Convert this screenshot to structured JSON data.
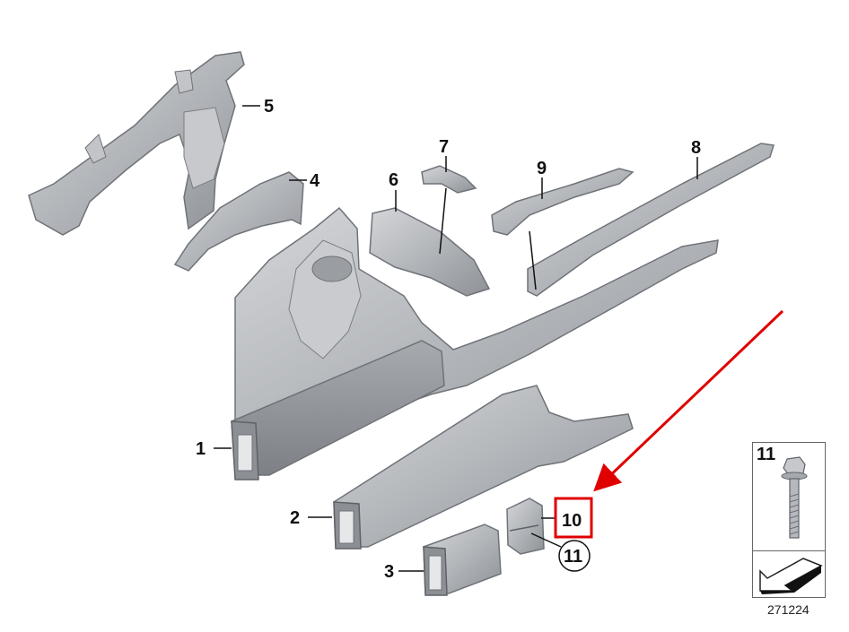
{
  "diagram": {
    "callouts": [
      "1",
      "2",
      "3",
      "4",
      "5",
      "6",
      "7",
      "8",
      "9",
      "10",
      "11"
    ],
    "highlighted_callout": "10",
    "highlight_color": "#e00000",
    "arrow_color": "#e00000",
    "part_fill": "#b9bcc0",
    "part_stroke": "#6f7378"
  },
  "legend": {
    "label": "11",
    "icons": [
      "hex-flange-bolt-icon",
      "direction-arrow-icon"
    ]
  },
  "diagram_id": "271224"
}
